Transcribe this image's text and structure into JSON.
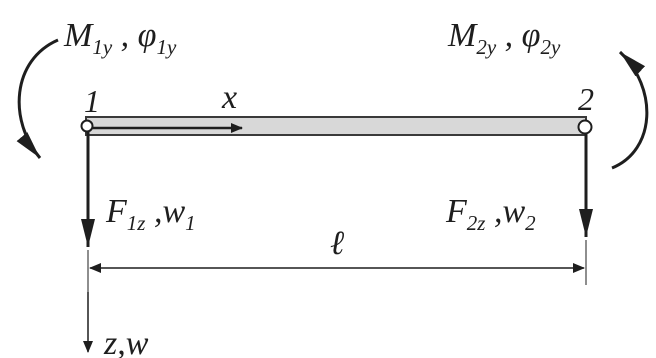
{
  "colors": {
    "ink": "#1e1e1e",
    "beam_fill": "#d8d8d8",
    "beam_stroke": "#3a3a3a",
    "background": "#ffffff"
  },
  "labels": {
    "node1": "1",
    "node2": "2",
    "x_axis": "x",
    "length": "ℓ",
    "z_axis": "z,w",
    "m1_base": "M",
    "m1_sub": "1y",
    "m1_sep": " , ",
    "phi1_base": "φ",
    "phi1_sub": "1y",
    "m2_base": "M",
    "m2_sub": "2y",
    "m2_sep": " , ",
    "phi2_base": "φ",
    "phi2_sub": "2y",
    "f1_base": "F",
    "f1_sub": "1z",
    "f1_sep": " ,",
    "w1_base": "w",
    "w1_sub": "1",
    "f2_base": "F",
    "f2_sub": "2z",
    "f2_sep": " ,",
    "w2_base": "w",
    "w2_sub": "2"
  }
}
